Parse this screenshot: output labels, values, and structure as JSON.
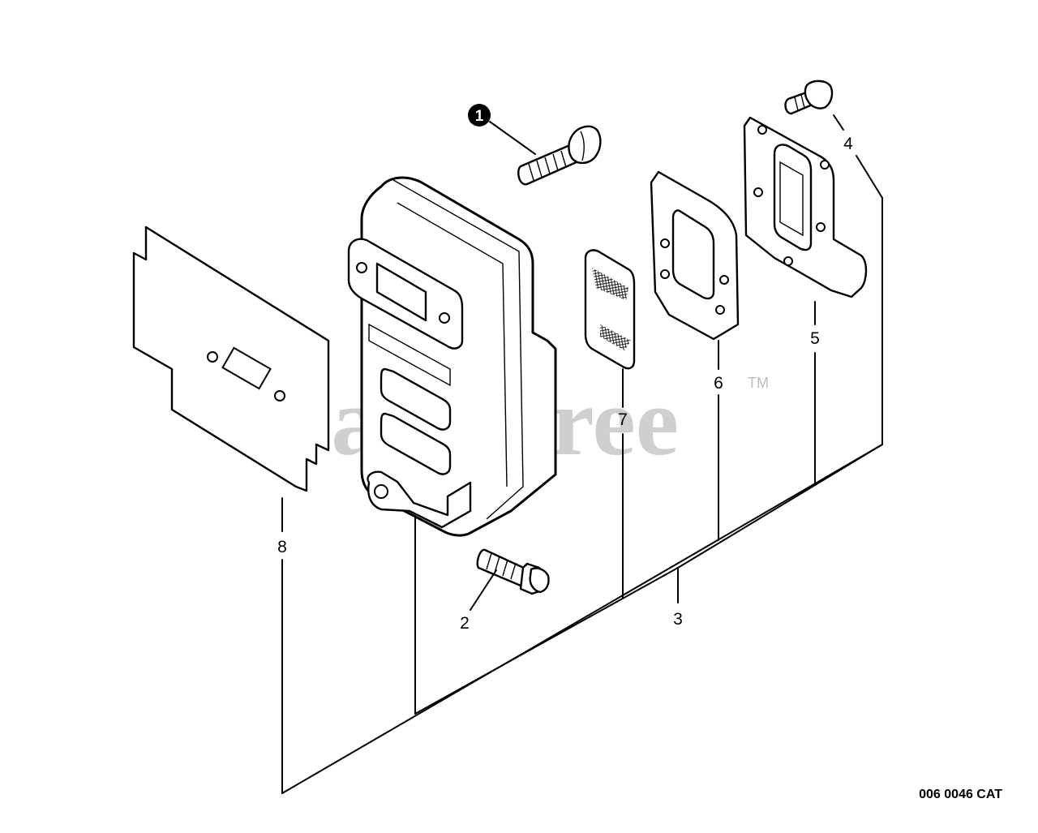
{
  "watermark": {
    "text": "PartsTree",
    "tm": "TM"
  },
  "catalog_number": "006 0046 CAT",
  "callouts": [
    {
      "id": "1",
      "style": "badge"
    },
    {
      "id": "2"
    },
    {
      "id": "3"
    },
    {
      "id": "4"
    },
    {
      "id": "5"
    },
    {
      "id": "6"
    },
    {
      "id": "7"
    },
    {
      "id": "8"
    }
  ],
  "colors": {
    "line": "#000000",
    "background": "#ffffff",
    "watermark": "#cfcfcf"
  }
}
